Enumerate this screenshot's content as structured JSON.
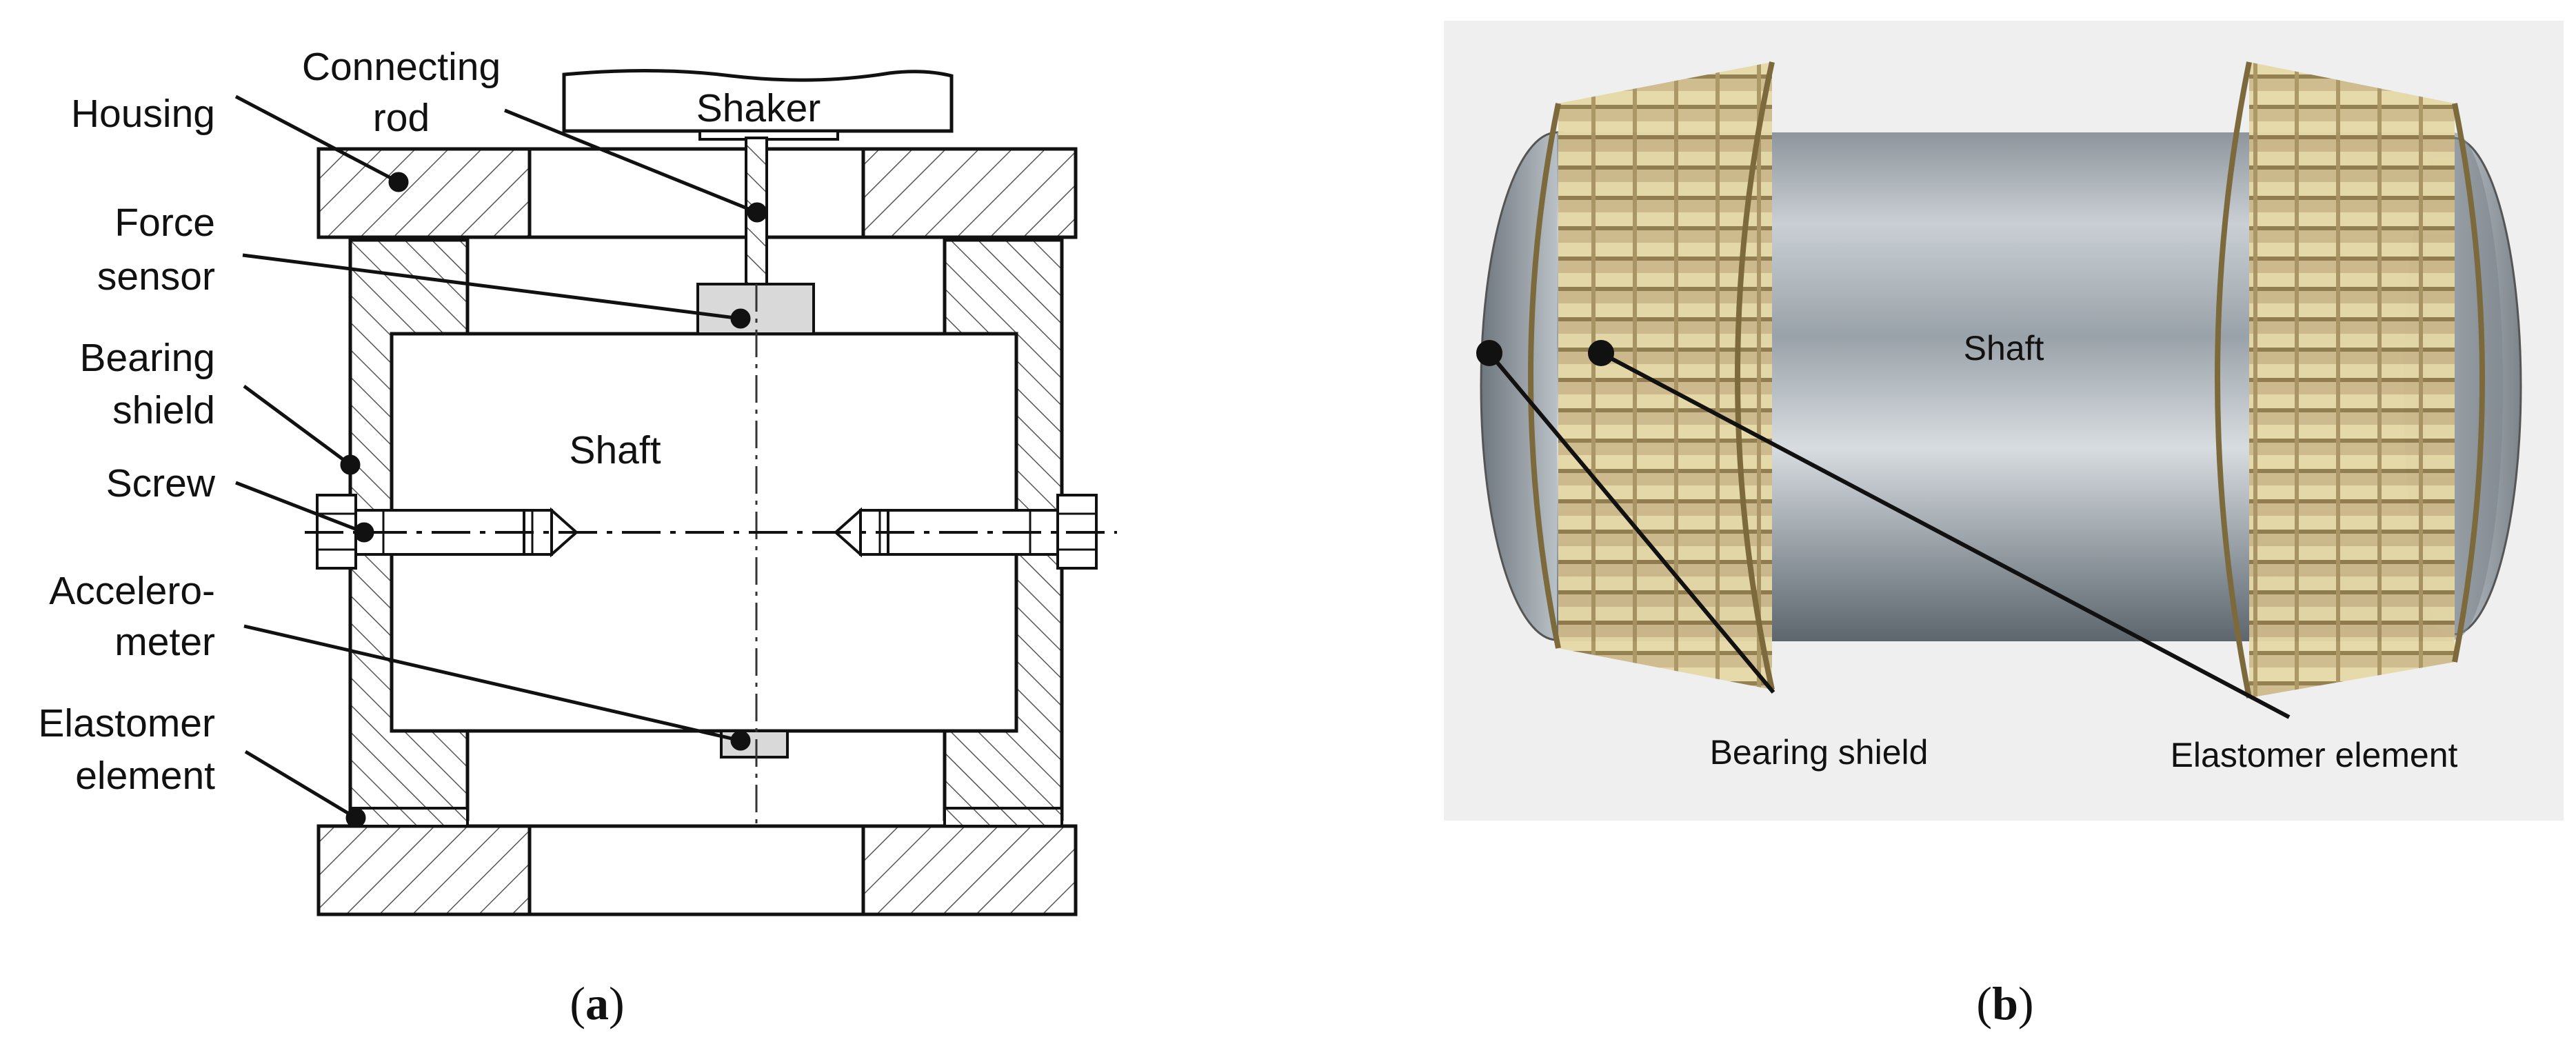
{
  "panel_a": {
    "labels": {
      "connecting_rod_1": "Connecting",
      "connecting_rod_2": "rod",
      "housing": "Housing",
      "shaker": "Shaker",
      "force_sensor_1": "Force",
      "force_sensor_2": "sensor",
      "bearing_shield_1": "Bearing",
      "bearing_shield_2": "shield",
      "screw": "Screw",
      "shaft": "Shaft",
      "accelerometer_1": "Accelero-",
      "accelerometer_2": "meter",
      "elastomer_element_1": "Elastomer",
      "elastomer_element_2": "element"
    },
    "caption": {
      "open": "(",
      "letter": "a",
      "close": ")"
    }
  },
  "panel_b": {
    "labels": {
      "shaft": "Shaft",
      "bearing_shield": "Bearing shield",
      "elastomer_element": "Elastomer element"
    },
    "caption": {
      "open": "(",
      "letter": "b",
      "close": ")"
    }
  }
}
